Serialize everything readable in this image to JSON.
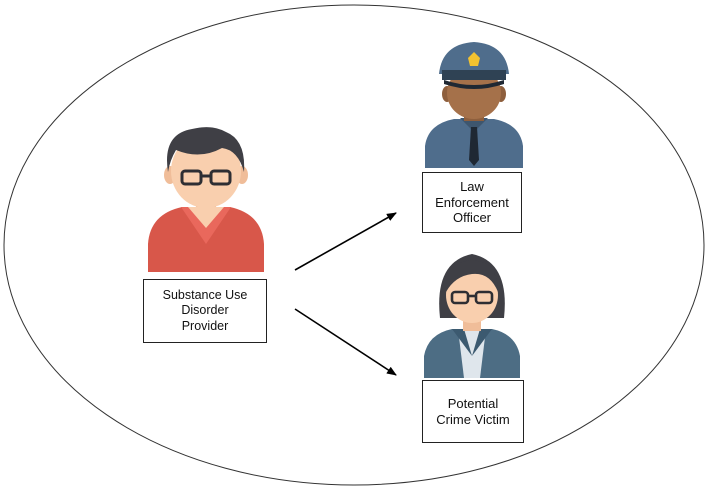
{
  "diagram": {
    "nodes": [
      {
        "id": "provider",
        "label_lines": [
          "Substance Use",
          "Disorder",
          "Provider"
        ],
        "icon": "person-glasses-red-sweater-icon"
      },
      {
        "id": "officer",
        "label_lines": [
          "Law",
          "Enforcement",
          "Officer"
        ],
        "icon": "police-officer-icon"
      },
      {
        "id": "victim",
        "label_lines": [
          "Potential",
          "Crime Victim"
        ],
        "icon": "woman-glasses-blazer-icon"
      }
    ],
    "edges": [
      {
        "from": "provider",
        "to": "officer"
      },
      {
        "from": "provider",
        "to": "victim"
      }
    ]
  },
  "colors": {
    "skin": "#f9cfae",
    "skin_dark": "#a5714a",
    "hair": "#3f3f45",
    "sweater": "#d8574a",
    "sweater_light": "#e9685c",
    "police_uniform": "#4f6d8c",
    "police_cap": "#3e566e",
    "badge": "#f2c230",
    "blazer": "#4d6d84",
    "shirt": "#dfe6ec"
  }
}
